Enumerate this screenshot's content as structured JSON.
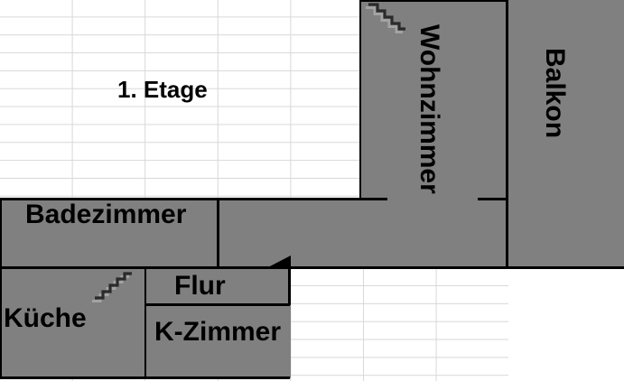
{
  "floor_label": "1. Etage",
  "rooms": {
    "wohnzimmer": {
      "label": "Wohnzimmer",
      "text_rotation": "vertical"
    },
    "balkon": {
      "label": "Balkon",
      "text_rotation": "vertical"
    },
    "badezimmer": {
      "label": "Badezimmer",
      "text_rotation": "horizontal"
    },
    "kueche": {
      "label": "Küche",
      "text_rotation": "horizontal"
    },
    "flur": {
      "label": "Flur",
      "text_rotation": "horizontal"
    },
    "k_zimmer": {
      "label": "K-Zimmer",
      "text_rotation": "horizontal"
    }
  },
  "icons": {
    "wohnzimmer_stairs": "stairs-down-icon",
    "kueche_stairs": "stairs-up-icon",
    "corridor_marker": "direction-triangle-icon"
  },
  "colors": {
    "room_fill": "#808080",
    "wall": "#000000",
    "gridline": "#d8d8d8",
    "background": "#ffffff",
    "stairs_dark": "#2b2b2b",
    "stairs_light": "#a3a3a3",
    "label_text": "#000000"
  }
}
